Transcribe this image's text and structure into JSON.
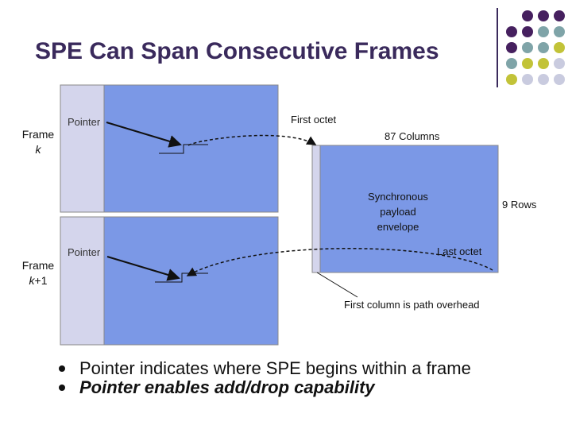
{
  "title": "SPE Can Span Consecutive Frames",
  "colors": {
    "title": "#3a2a5c",
    "frame_fill": "#7b98e6",
    "overhead_fill": "#d4d5ec",
    "dot_purple": "#46205f",
    "dot_teal": "#7fa4a8",
    "dot_olive": "#c2c338",
    "dot_lavender": "#c9cbdf"
  },
  "frames": {
    "frame_k": {
      "word": "Frame",
      "var": "k",
      "suffix": ""
    },
    "frame_k1": {
      "word": "Frame",
      "var": "k",
      "suffix": "+1"
    },
    "pointer_label": "Pointer"
  },
  "spe": {
    "columns_label": "87 Columns",
    "rows_label": "9 Rows",
    "first_octet": "First octet",
    "last_octet": "Last octet",
    "payload_line1": "Synchronous",
    "payload_line2": "payload",
    "payload_line3": "envelope",
    "path_overhead": "First column is path overhead"
  },
  "bullets": [
    "Pointer indicates where SPE begins within a frame",
    "Pointer enables add/drop capability"
  ]
}
